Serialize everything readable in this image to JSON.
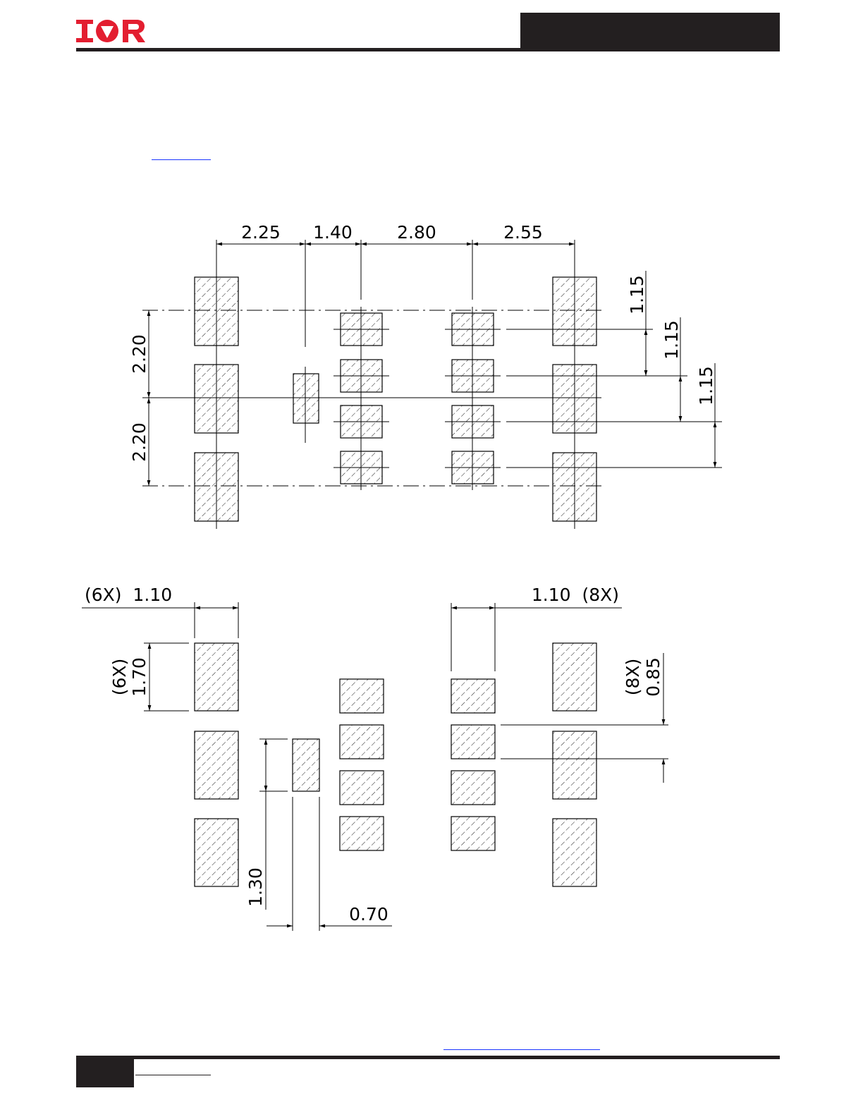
{
  "header": {
    "logo_text": "IOR",
    "brand_color": "#e31e30",
    "rule_color": "#231f20"
  },
  "links": {
    "top_link_color": "#1a35ff",
    "bottom_link_color": "#1a35ff"
  },
  "drawing_top": {
    "h_dims": [
      "2.25",
      "1.40",
      "2.80",
      "2.55"
    ],
    "left_v_dims": [
      "2.20",
      "2.20"
    ],
    "right_v_dims": [
      "1.15",
      "1.15",
      "1.15"
    ]
  },
  "drawing_bottom": {
    "left_width_label": "(6X)  1.10",
    "left_height_count": "(6X)",
    "left_height_value": "1.70",
    "right_width_label": "1.10  (8X)",
    "right_height_count": "(8X)",
    "right_height_value": "0.85",
    "center_height_value": "1.30",
    "center_width_value": "0.70"
  }
}
